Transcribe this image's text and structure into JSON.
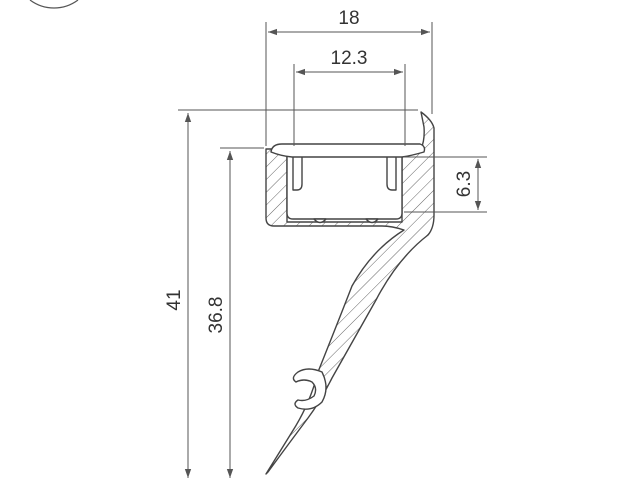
{
  "drawing": {
    "dimensions": {
      "overall_width": "18",
      "inner_width": "12.3",
      "channel_depth": "6.3",
      "total_height": "41",
      "partial_height": "36.8"
    },
    "colors": {
      "line": "#444444",
      "dimension": "#555555",
      "background": "#ffffff"
    },
    "icons": [
      "corner-badge-icon"
    ]
  }
}
